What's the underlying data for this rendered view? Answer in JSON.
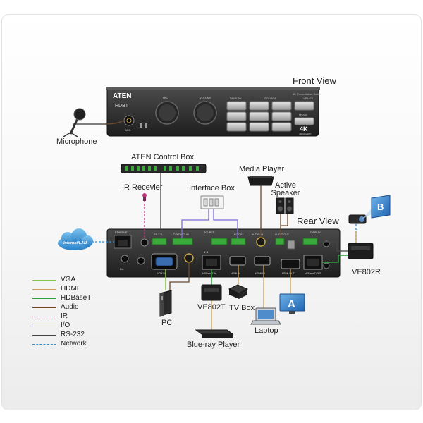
{
  "views": {
    "front": "Front View",
    "rear": "Rear View"
  },
  "front_panel": {
    "brand": "ATEN",
    "hdbt": "HDBT",
    "model_caption": "4K Presentation Switch",
    "model_no": "VP1421",
    "knob_labels": [
      "MIC",
      "VOLUME"
    ],
    "section_labels": [
      "DISPLAY",
      "SOURCE",
      "MODE"
    ],
    "badge_4k": "4K",
    "badge_4k_sub": "3840x2160",
    "mic_jack": "MIC"
  },
  "rear_panel": {
    "port_labels": [
      "ETHERNET",
      "RS-232",
      "CONTACT IN",
      "SOURCE",
      "LEC OUT",
      "AUDIO IN",
      "AUDIO OUT",
      "DISPLAY",
      "VGA IN",
      "HDBaseT IN",
      "HDMI IN",
      "HDMI IN",
      "HDMI OUT",
      "HDBaseT OUT"
    ],
    "small_texts": [
      "4 Ω",
      "Ext."
    ]
  },
  "devices": {
    "microphone": "Microphone",
    "control_box": "ATEN Control Box",
    "ir_receiver": "IR Recevier",
    "interface_box": "Interface Box",
    "media_player": "Media Player",
    "speaker": "Active Speaker",
    "network": "Internet/LAN",
    "pc": "PC",
    "ve802t": "VE802T",
    "tv_box": "TV Box",
    "laptop": "Laptop",
    "bluray": "Blue-ray Player",
    "ve802r": "VE802R",
    "display_a": "A",
    "display_b": "B"
  },
  "legend": [
    {
      "label": "VGA",
      "color": "#8bc34a",
      "style": "solid"
    },
    {
      "label": "HDMI",
      "color": "#c8a060",
      "style": "solid"
    },
    {
      "label": "HDBaseT",
      "color": "#2e9e3a",
      "style": "solid"
    },
    {
      "label": "Audio",
      "color": "#6b4a2b",
      "style": "solid"
    },
    {
      "label": "IR",
      "color": "#c0337a",
      "style": "dashed"
    },
    {
      "label": "I/O",
      "color": "#7a6bd6",
      "style": "solid"
    },
    {
      "label": "RS-232",
      "color": "#444444",
      "style": "solid"
    },
    {
      "label": "Network",
      "color": "#2f8fd0",
      "style": "dashed"
    }
  ]
}
